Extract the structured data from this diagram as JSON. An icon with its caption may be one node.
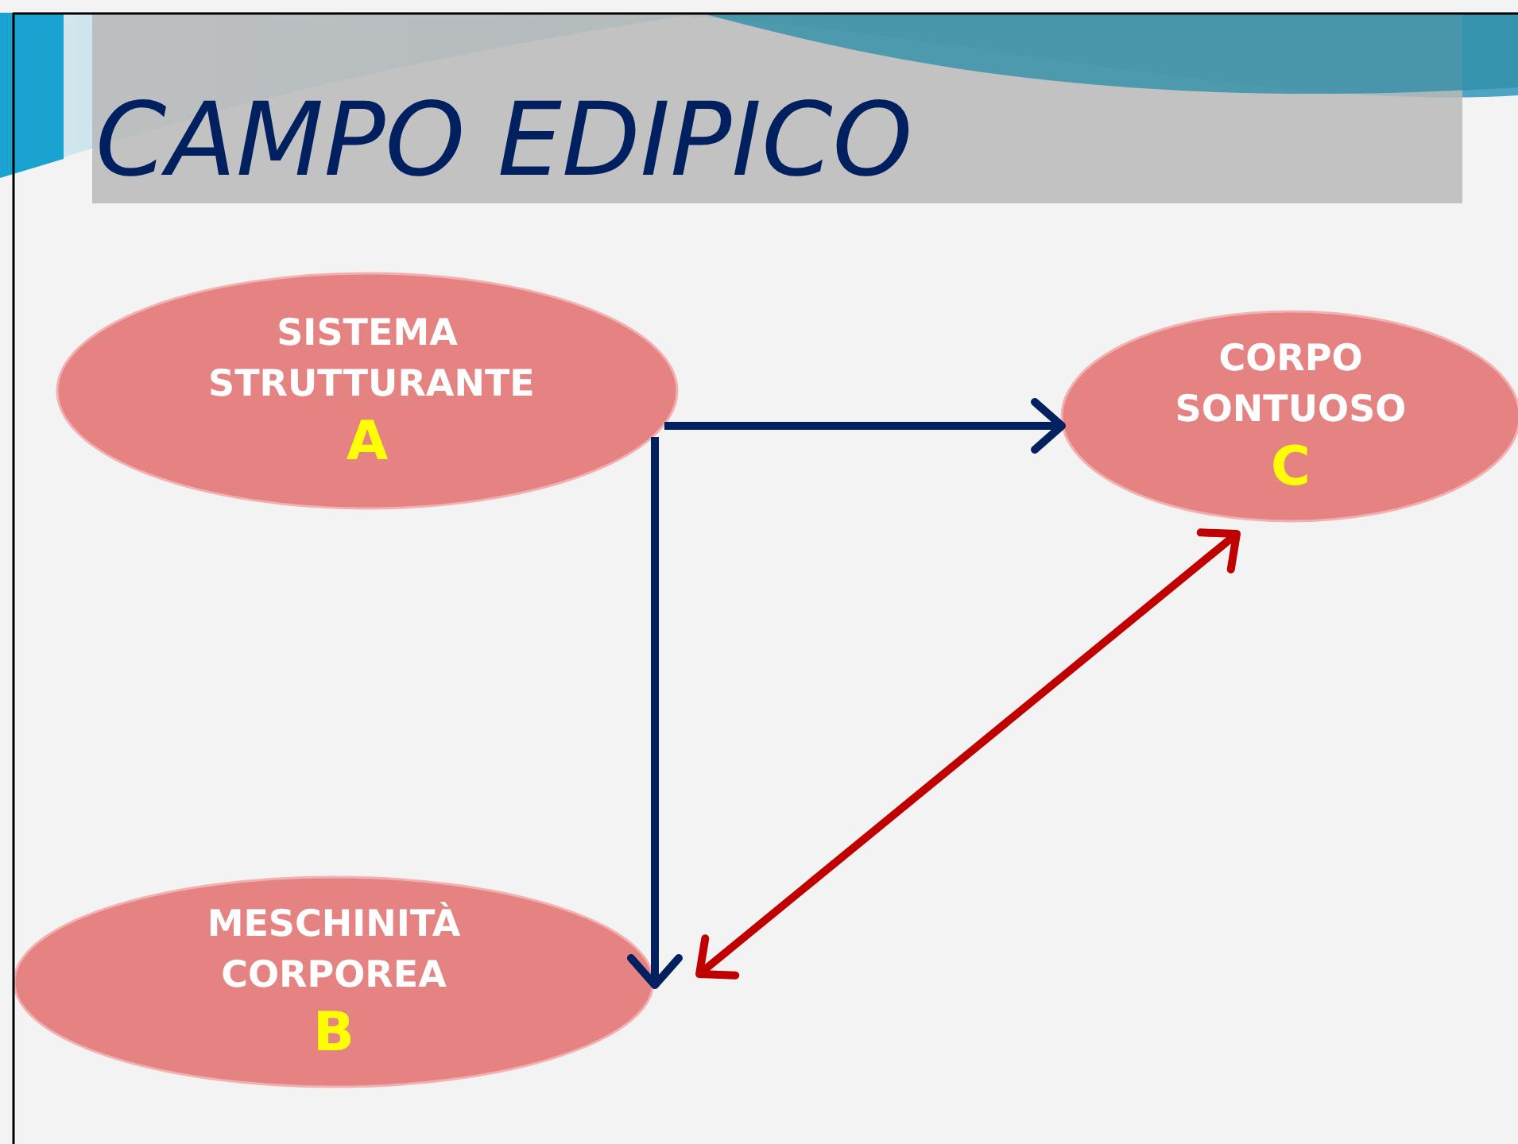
{
  "diagram": {
    "title": "CAMPO EDIPICO",
    "nodes": [
      {
        "text": [
          "SISTEMA STRUTTURANTE",
          "A"
        ]
      },
      {
        "text": [
          "CORPO SONTUOSO",
          "C"
        ]
      },
      {
        "text": [
          "MESCHINITÀ CORPOREA",
          "B"
        ]
      }
    ],
    "edges": [
      {
        "from": 0,
        "to": 1,
        "arrow": "to"
      },
      {
        "from": 0,
        "to": 2,
        "arrow": "to"
      },
      {
        "from": 1,
        "to": 2,
        "arrow": "both",
        "color": "#c00000"
      }
    ]
  }
}
